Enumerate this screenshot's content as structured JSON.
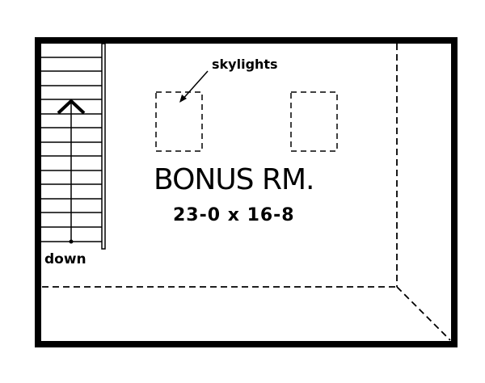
{
  "plan": {
    "room_name": "BONUS RM.",
    "room_size": "23-0 x 16-8",
    "skylights_label": "skylights",
    "stair_label": "down"
  }
}
